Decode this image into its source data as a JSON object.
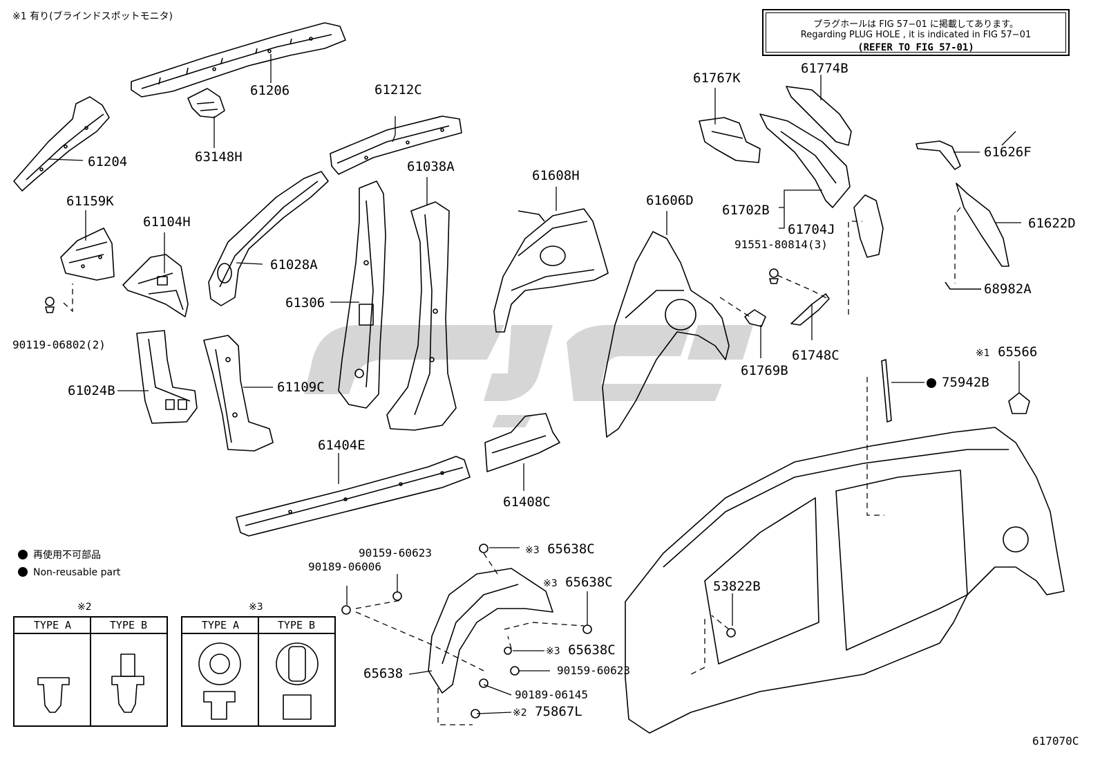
{
  "header_note": "※1 有り(ブラインドスポットモニタ)",
  "plug_hole_note": {
    "line1": "プラグホールは FIG 57−01 に掲載してあります。",
    "line2": "Regarding  PLUG  HOLE , it is indicated in  FIG  57−01",
    "line3": "(REFER TO FIG 57-01)"
  },
  "parts": {
    "p61206": "61206",
    "p61204": "61204",
    "p63148H": "63148H",
    "p61212C": "61212C",
    "p61038A": "61038A",
    "p61159K": "61159K",
    "p61104H": "61104H",
    "p61028A": "61028A",
    "p61306": "61306",
    "p90119": "90119-06802(2)",
    "p61024B": "61024B",
    "p61109C": "61109C",
    "p61404E": "61404E",
    "p61408C": "61408C",
    "p61608H": "61608H",
    "p61606D": "61606D",
    "p61767K": "61767K",
    "p61774B": "61774B",
    "p61702B": "61702B",
    "p61704J": "61704J",
    "p91551": "91551-80814(3)",
    "p61748C": "61748C",
    "p61769B": "61769B",
    "p61626F": "61626F",
    "p61622D": "61622D",
    "p68982A": "68982A",
    "p65566": "65566",
    "p75942B": "75942B",
    "p53822B": "53822B",
    "p90159a": "90159-60623",
    "p90189a": "90189-06006",
    "p65638Ca": "65638C",
    "p65638Cb": "65638C",
    "p65638Cc": "65638C",
    "p90159b": "90159-60623",
    "p65638": "65638",
    "p90189b": "90189-06145",
    "p75867L": "75867L"
  },
  "marks": {
    "m1": "※1",
    "m2": "※2",
    "m3": "※3"
  },
  "legend": {
    "jp": "再使用不可部品",
    "en": "Non-reusable part"
  },
  "tables": {
    "t2_mark": "※2",
    "t3_mark": "※3",
    "type_a": "TYPE A",
    "type_b": "TYPE B"
  },
  "figure_id": "617070C"
}
